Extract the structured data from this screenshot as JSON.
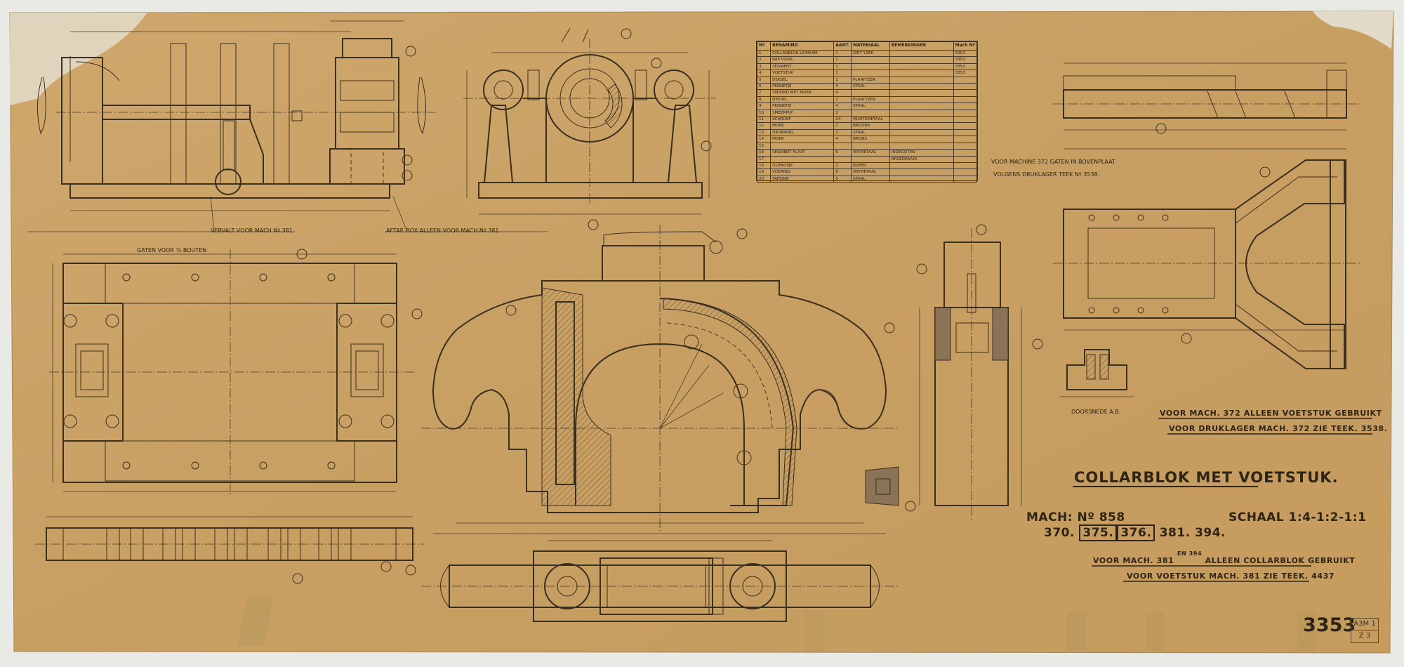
{
  "title": "COLLARBLOK MET VOETSTUK.",
  "machine_number_label": "MACH: Nº 858",
  "machine_series_plain_start": "370.",
  "machine_series_boxed_a": "375.",
  "machine_series_boxed_b": "376.",
  "machine_series_plain_end": "381. 394.",
  "scale": "SCHAAL 1:4-1:2-1:1",
  "notes": {
    "mach372": "VOOR MACH. 372 ALLEEN VOETSTUK GEBRUIKT",
    "druklager372": "VOOR DRUKLAGER MACH. 372 ZIE TEEK. 3538.",
    "mach381_before": "VOOR MACH. 381",
    "mach381_insert": "EN 394",
    "mach381_after": "ALLEEN COLLARBLOK GEBRUIKT",
    "voetstuk381": "VOOR VOETSTUK MACH. 381 ZIE TEEK. 4437",
    "gaten_bovenplaat": "VOOR MACHINE 372 GATEN IN BOVENPLAAT",
    "gaten_druklager": "VOLGENS DRUKLAGER TEEK Nº 3538.",
    "vervalt381": "VERVALT VOOR MACH Nº 381.",
    "afstand381": "AFTAP. BOX ALLEEN VOOR MACH Nº 381",
    "doorsnede": "DOORSNEDE A.B.",
    "gaten_bouten": "GATEN VOOR ⅞ BOUTEN"
  },
  "sheet_number": "3353",
  "stamp_lines": [
    "A3M 1",
    "Z 3"
  ],
  "parts_table": {
    "headers": [
      "Nº",
      "BENAMING",
      "AANT.",
      "MATERIAAL",
      "BEMERKINGEN",
      "Mach Nº"
    ],
    "rows": [
      [
        "1",
        "COLLARBLOK LICHAAM",
        "1",
        "GIET YZER",
        "",
        "3353"
      ],
      [
        "2",
        "KAP VOOR",
        "1",
        "",
        "",
        "3353"
      ],
      [
        "3",
        "SEGMENT",
        "1",
        "",
        "",
        "3353"
      ],
      [
        "4",
        "VOETSTUK",
        "1",
        "",
        "",
        "3353"
      ],
      [
        "5",
        "DEKSEL",
        "1",
        "PLAATYZER",
        "",
        ""
      ],
      [
        "6",
        "PENNETJE",
        "4",
        "STAAL",
        "",
        ""
      ],
      [
        "7",
        "TAPEIND MET MOER",
        "4",
        "",
        "",
        ""
      ],
      [
        "8",
        "DEKSEL",
        "1",
        "PLAATYZER",
        "",
        ""
      ],
      [
        "9",
        "PENNETJE",
        "4",
        "STAAL",
        "",
        ""
      ],
      [
        "10",
        "SMEERPIJP",
        "2",
        "",
        "",
        ""
      ],
      [
        "11",
        "SCHROEF",
        "24",
        "MUNTZMETAAL",
        "",
        ""
      ],
      [
        "12",
        "MOER",
        "2",
        "BROONS",
        "",
        ""
      ],
      [
        "13",
        "DRUKRING",
        "2",
        "STAAL",
        "",
        ""
      ],
      [
        "14",
        "MOER",
        "4",
        "BRONS",
        "",
        ""
      ],
      [
        "15",
        "",
        "",
        "",
        "",
        ""
      ],
      [
        "16",
        "SEGMENT PLAAT",
        "6",
        "WITMETAAL",
        "INGEGOTEN",
        ""
      ],
      [
        "17",
        "",
        "",
        "",
        "AFGEDRAAID",
        ""
      ],
      [
        "18",
        "OLIEKOPJE",
        "2",
        "KOPER",
        "",
        ""
      ],
      [
        "19",
        "VOERING",
        "6",
        "WITMETAAL",
        "",
        ""
      ],
      [
        "20",
        "TAPEIND",
        "6",
        "STAAL",
        "",
        ""
      ]
    ]
  },
  "colors": {
    "paper": "#c9a36a",
    "paper_light": "#d9b87f",
    "ink": "#3b2f1f"
  }
}
